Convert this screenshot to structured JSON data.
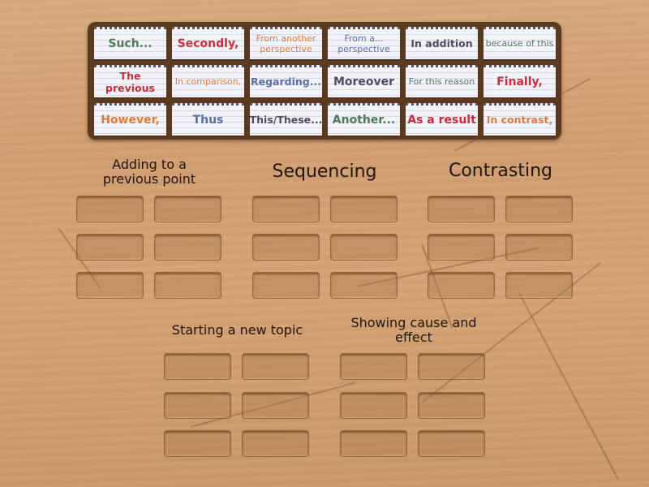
{
  "board": {
    "cards": [
      {
        "label": "Such...",
        "color": "#4f7a5a",
        "size": "c-large"
      },
      {
        "label": "Secondly,",
        "color": "#cc2c3a",
        "size": "c-large"
      },
      {
        "label": "From another perspective",
        "color": "#e07a3a",
        "size": "c-small"
      },
      {
        "label": "From a... perspective",
        "color": "#5a6fa8",
        "size": "c-small"
      },
      {
        "label": "In addition",
        "color": "#4f4a66",
        "size": "c-mid"
      },
      {
        "label": "because of this",
        "color": "#4f7a5a",
        "size": "c-small"
      },
      {
        "label": "The previous",
        "color": "#cc2c3a",
        "size": "c-mid"
      },
      {
        "label": "In comparison,",
        "color": "#e07a3a",
        "size": "c-small"
      },
      {
        "label": "Regarding...",
        "color": "#5a6fa8",
        "size": "c-mid"
      },
      {
        "label": "Moreover",
        "color": "#4f4a66",
        "size": "c-large"
      },
      {
        "label": "For this reason",
        "color": "#4f7a5a",
        "size": "c-small"
      },
      {
        "label": "Finally,",
        "color": "#cc2c3a",
        "size": "c-large"
      },
      {
        "label": "However,",
        "color": "#e07a3a",
        "size": "c-large"
      },
      {
        "label": "Thus",
        "color": "#5a6fa8",
        "size": "c-large"
      },
      {
        "label": "This/These...",
        "color": "#4f4a66",
        "size": "c-mid"
      },
      {
        "label": "Another...",
        "color": "#4f7a5a",
        "size": "c-large"
      },
      {
        "label": "As a result",
        "color": "#cc2c3a",
        "size": "c-large"
      },
      {
        "label": "In contrast,",
        "color": "#e07a3a",
        "size": "c-mid"
      }
    ]
  },
  "categories": [
    {
      "title": "Adding to a previous point",
      "slots": 6
    },
    {
      "title": "Sequencing",
      "slots": 6
    },
    {
      "title": "Contrasting",
      "slots": 6
    },
    {
      "title": "Starting a new topic",
      "slots": 6
    },
    {
      "title": "Showing cause and effect",
      "slots": 6
    }
  ]
}
